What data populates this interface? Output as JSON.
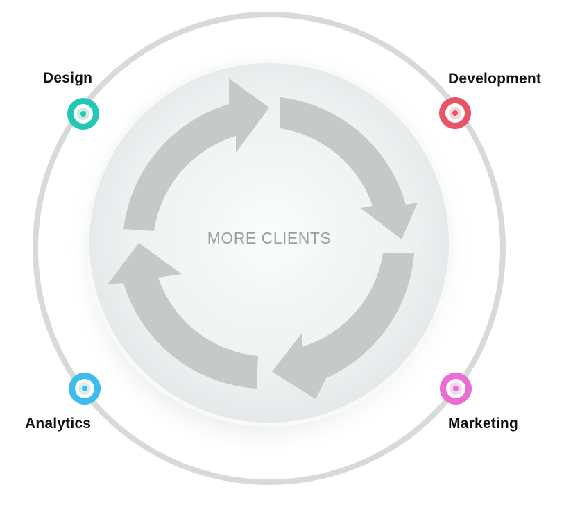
{
  "diagram": {
    "center_text": "MORE CLIENTS",
    "nodes": [
      {
        "key": "design",
        "label": "Design",
        "color": "#22c7b5",
        "icon": "target-dot-icon"
      },
      {
        "key": "development",
        "label": "Development",
        "color": "#ea5266",
        "icon": "target-dot-icon"
      },
      {
        "key": "analytics",
        "label": "Analytics",
        "color": "#3bbdee",
        "icon": "target-dot-icon"
      },
      {
        "key": "marketing",
        "label": "Marketing",
        "color": "#ea6dd3",
        "icon": "target-dot-icon"
      }
    ],
    "colors": {
      "outer_ring": "#d6dbd8",
      "disc": "#eef1f1",
      "arrow": "#c5c9c8"
    }
  }
}
